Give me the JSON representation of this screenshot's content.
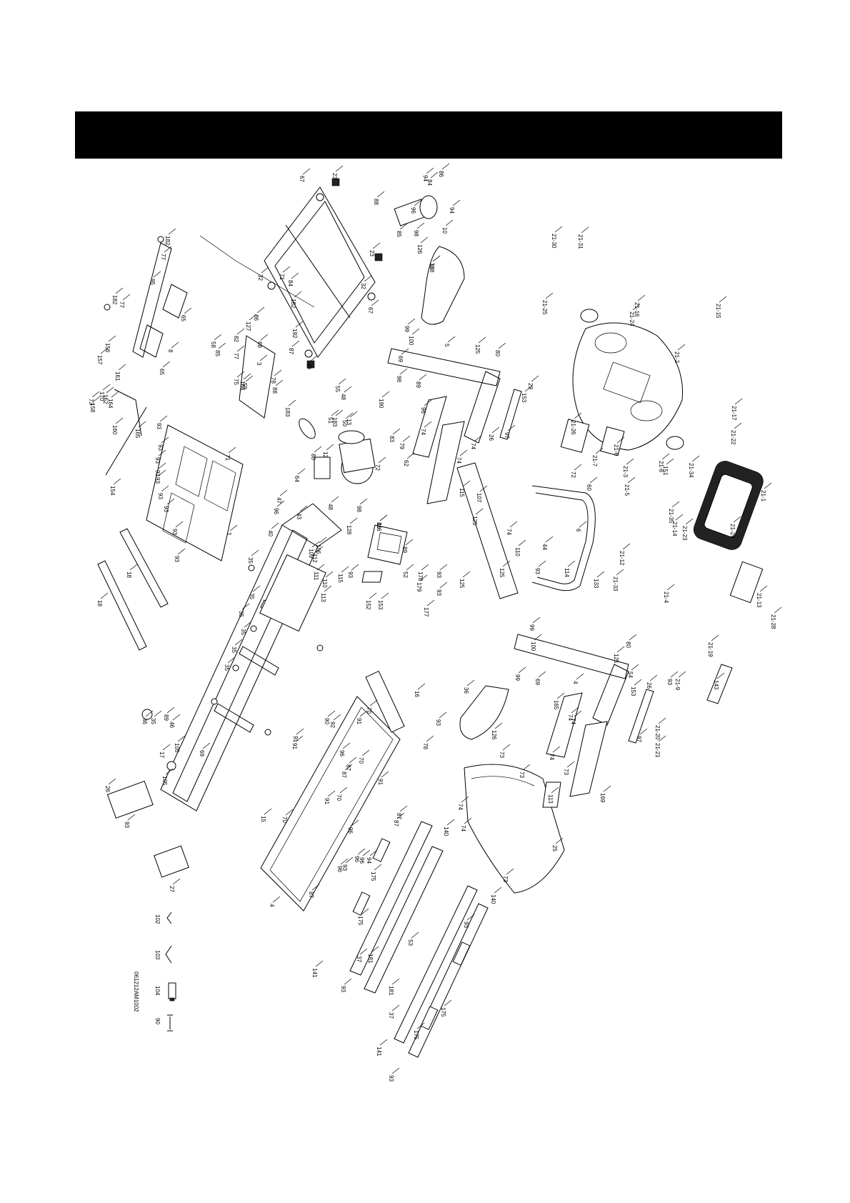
{
  "header": {
    "title": ""
  },
  "drawing_code": "061212AM1002",
  "part_labels": {
    "frame": [
      "1",
      "35",
      "35",
      "35",
      "35",
      "35",
      "35",
      "35",
      "46",
      "46",
      "105",
      "105",
      "17",
      "89",
      "69",
      "93",
      "26",
      "27",
      "40",
      "43",
      "48",
      "93"
    ],
    "incline_frame": [
      "23",
      "23",
      "32",
      "32",
      "67",
      "67",
      "71",
      "84",
      "86",
      "87",
      "49",
      "55",
      "183",
      "182",
      "192",
      "3",
      "82",
      "85",
      "58",
      "59",
      "75",
      "77",
      "127",
      "68",
      "78",
      "88",
      "184"
    ],
    "rear_rail": [
      "182",
      "182",
      "77",
      "77",
      "95",
      "65",
      "65",
      "8",
      "156",
      "157",
      "162",
      "170",
      "73",
      "164",
      "160",
      "165",
      "154",
      "161",
      "158"
    ],
    "base_cover": [
      "71",
      "93",
      "93",
      "93",
      "93",
      "93",
      "93",
      "93",
      "93",
      "93"
    ],
    "feet": [
      "18",
      "18"
    ],
    "motor": [
      "13",
      "12",
      "64",
      "80",
      "83",
      "79",
      "62",
      "72",
      "47",
      "96",
      "98",
      "128",
      "50",
      "51",
      "48",
      "183",
      "190"
    ],
    "controller": [
      "86",
      "89",
      "52",
      "153",
      "152",
      "178",
      "179",
      "93",
      "177",
      "106",
      "109",
      "110",
      "111",
      "112",
      "113",
      "115",
      "116"
    ],
    "upright_left": [
      "5",
      "99",
      "100",
      "69",
      "89",
      "98",
      "153",
      "29",
      "97",
      "26",
      "80",
      "125",
      "96",
      "74",
      "74",
      "74"
    ],
    "upright_right": [
      "4",
      "99",
      "100",
      "99",
      "69",
      "153",
      "26",
      "97",
      "54",
      "93",
      "125",
      "80",
      "74",
      "74",
      "74",
      "165",
      "169",
      "113"
    ],
    "deck": [
      "15",
      "4",
      "70",
      "70",
      "70",
      "70",
      "91",
      "91",
      "91",
      "91",
      "91",
      "92",
      "87",
      "87",
      "87",
      "87",
      "87",
      "96",
      "96",
      "96",
      "96",
      "96",
      "94",
      "90"
    ],
    "side_rails": [
      "140",
      "140",
      "37",
      "37",
      "181",
      "181",
      "141",
      "141",
      "93",
      "93",
      "93",
      "175",
      "175",
      "175",
      "175",
      "53",
      "93"
    ],
    "hood": [
      "73",
      "73",
      "73",
      "73",
      "74",
      "74",
      "25",
      "16",
      "93",
      "78",
      "36",
      "126"
    ],
    "handrail": [
      "6",
      "107",
      "115",
      "125",
      "125",
      "125",
      "93",
      "74",
      "110",
      "44",
      "114",
      "93",
      "133",
      "60",
      "72"
    ],
    "console": [
      "21-1",
      "21-2",
      "21-3",
      "21-4",
      "21-5",
      "21-6",
      "21-7",
      "21-8",
      "21-9",
      "21-12",
      "21-13",
      "21-14",
      "21-15",
      "21-16",
      "21-17",
      "21-19",
      "21-20",
      "21-21",
      "21-22",
      "21-23",
      "21-24",
      "21-25",
      "21-26",
      "21-28",
      "21-29",
      "21-30",
      "21-31",
      "21-33",
      "21-34",
      "21-35",
      "143",
      "151"
    ],
    "top_assembly": [
      "36",
      "126",
      "10",
      "94",
      "94",
      "86",
      "84",
      "88",
      "85",
      "98",
      "96",
      "128"
    ]
  },
  "hardware_key": [
    {
      "number": "102",
      "icon": "small-bracket-icon"
    },
    {
      "number": "103",
      "icon": "large-bracket-icon"
    },
    {
      "number": "104",
      "icon": "grease-tube-icon"
    },
    {
      "number": "90",
      "icon": "hex-key-icon"
    }
  ]
}
